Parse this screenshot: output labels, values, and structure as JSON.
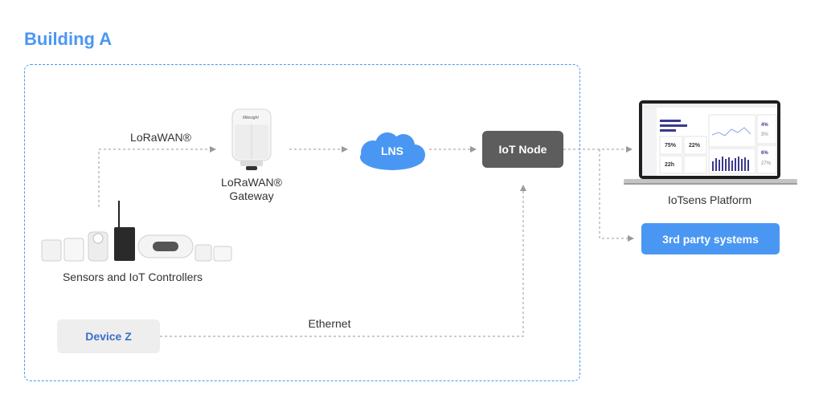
{
  "title": "Building A",
  "nodes": {
    "gateway_label_line1": "LoRaWAN®",
    "gateway_label_line2": "Gateway",
    "gateway_brand": "Milesight",
    "lns": "LNS",
    "iot_node": "IoT Node",
    "platform_label": "IoTsens Platform",
    "third_party": "3rd party systems",
    "sensors_label": "Sensors and IoT Controllers",
    "device_z": "Device Z"
  },
  "edges": {
    "lorawan": "LoRaWAN®",
    "ethernet": "Ethernet"
  },
  "dashboard": {
    "stats": [
      "75%",
      "22%",
      "22h",
      "4%",
      "3%",
      "6%",
      "27%"
    ]
  },
  "colors": {
    "accent": "#4a97f3",
    "node_dark": "#5d5d5d",
    "device_text": "#3c6fc6",
    "connector": "#9a9a9a"
  }
}
